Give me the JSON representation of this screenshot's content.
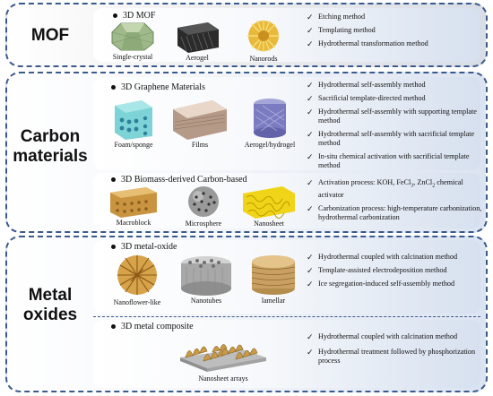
{
  "groups": {
    "mof": {
      "label": "MOF",
      "panel_title": "3D MOF",
      "items": [
        "Single-crystal",
        "Aerogel",
        "Nanorods"
      ],
      "methods": [
        "Etching method",
        "Templating method",
        "Hydrothermal transformation method"
      ]
    },
    "carbon": {
      "label_line1": "Carbon",
      "label_line2": "materials",
      "graphene": {
        "title": "3D Graphene Materials",
        "items": [
          "Foam/sponge",
          "Films",
          "Aerogel/hydrogel"
        ],
        "methods": [
          "Hydrothermal self-assembly method",
          "Sacrificial template-directed method",
          "Hydrothermal self-assembly with supporting template method",
          "Hydrothermal self-assembly with sacrificial template method",
          "In-situ chemical activation with sacrificial template method"
        ]
      },
      "biomass": {
        "title": "3D Biomass-derived  Carbon-based",
        "items": [
          "Macroblock",
          "Microsphere",
          "Nanosheet"
        ],
        "method1_pre": "Activation process: KOH, FeCl",
        "method1_sub1": "3",
        "method1_mid": ", ZnCl",
        "method1_sub2": "2",
        "method1_post": " chemical activator",
        "method2": "Carbonization process: high-temperature carbonization, hydrothermal carbonization"
      }
    },
    "oxide": {
      "label_line1": "Metal",
      "label_line2": "oxides",
      "metal_oxide": {
        "title": "3D metal-oxide",
        "items": [
          "Nanoflower-like",
          "Nanotubes",
          "lamellar"
        ],
        "methods": [
          "Hydrothermal coupled with calcination method",
          "Template-assisted electrodeposition method",
          "Ice segregation-induced self-assembly method"
        ]
      },
      "composite": {
        "title": "3D metal composite",
        "items": [
          "Nanosheet arrays"
        ],
        "methods": [
          "Hydrothermal coupled with calcination method",
          "Hydrothermal treatment followed by phosphorization process"
        ]
      }
    }
  },
  "colors": {
    "border": "#3b5a8c",
    "panel_tint": "#d6e0ef"
  },
  "check_glyph": "✓"
}
